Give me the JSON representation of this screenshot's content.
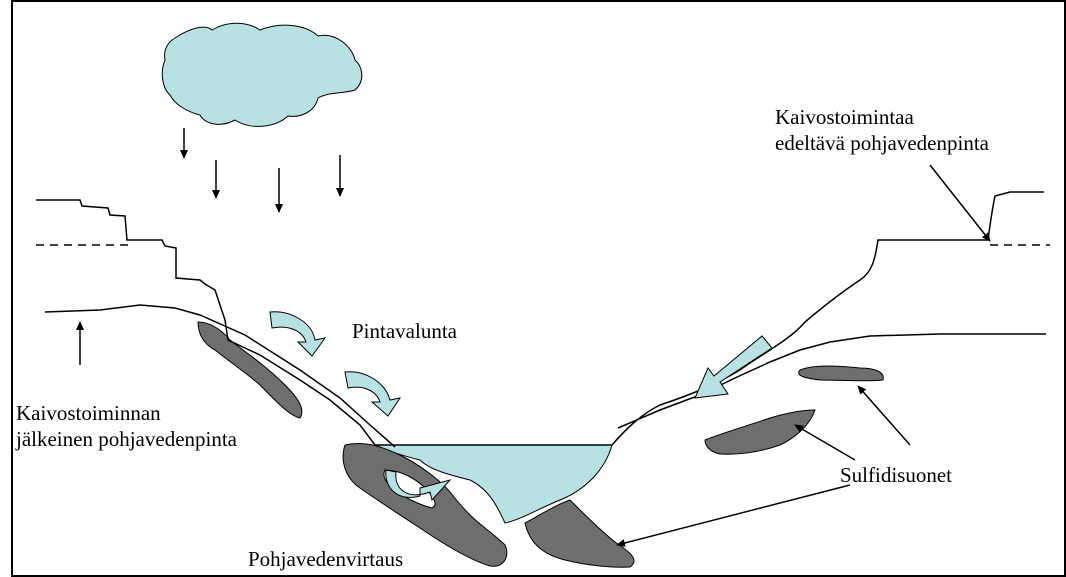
{
  "labels": {
    "pre_mining_line1": "Kaivostoimintaa",
    "pre_mining_line2": "edeltävä pohjavedenpinta",
    "surface_runoff": "Pintavalunta",
    "post_mining_line1": "Kaivostoiminnan",
    "post_mining_line2": "jälkeinen pohjavedenpinta",
    "sulfide_veins": "Sulfidisuonet",
    "groundwater_flow": "Pohjavedenvirtaus"
  },
  "colors": {
    "water": "#b7e1e3",
    "ore": "#6e6e6e",
    "line": "#000000",
    "background": "#ffffff"
  }
}
